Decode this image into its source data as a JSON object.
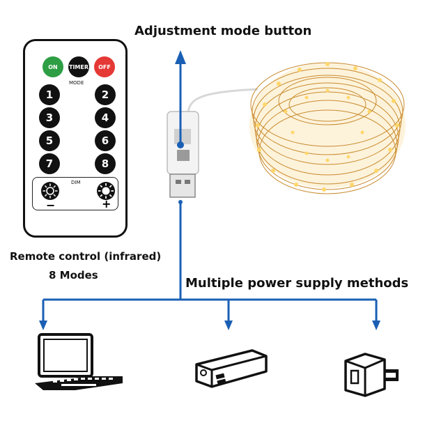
{
  "captions": {
    "adjust": "Adjustment mode button",
    "remote_line1": "Remote control (infrared)",
    "remote_line2": "8 Modes",
    "power": "Multiple power supply methods"
  },
  "remote": {
    "on": "ON",
    "timer": "TIMER",
    "off": "OFF",
    "mode_label": "MODE",
    "dim_label": "DIM",
    "minus": "−",
    "plus": "+",
    "modes": [
      "1",
      "2",
      "3",
      "4",
      "5",
      "6",
      "7",
      "8"
    ]
  },
  "colors": {
    "arrow": "#1a5fb4",
    "on": "#2e9e44",
    "off": "#e53935",
    "timer": "#111111",
    "lights": "#f2b84b"
  },
  "icons": [
    "laptop-icon",
    "power-bank-icon",
    "wall-charger-icon",
    "usb-plug-icon",
    "sun-dim-icon",
    "sun-bright-icon"
  ]
}
